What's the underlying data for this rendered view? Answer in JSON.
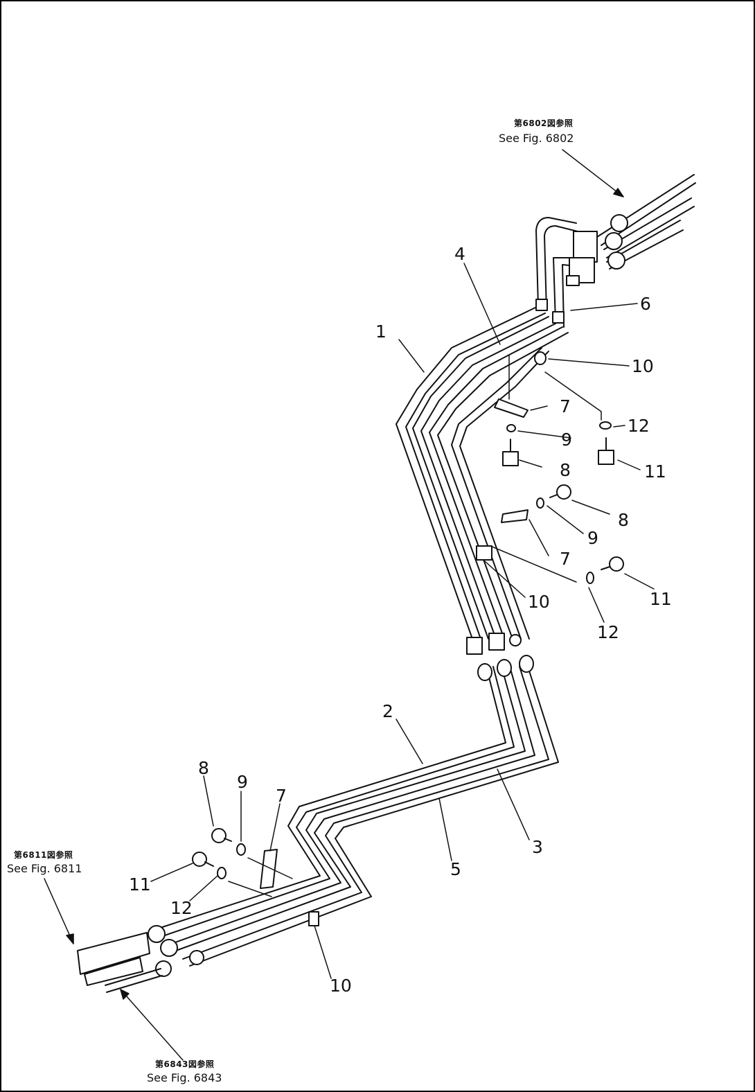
{
  "references": {
    "top_right": {
      "jp": "第6802図参照",
      "en": "See Fig. 6802"
    },
    "bottom_left": {
      "jp": "第6811図参照",
      "en": "See Fig. 6811"
    },
    "bottom_center": {
      "jp": "第6843図参照",
      "en": "See Fig. 6843"
    }
  },
  "callouts": {
    "c1": "1",
    "c2": "2",
    "c3": "3",
    "c4": "4",
    "c5_lower": "5",
    "c6": "6",
    "c7_top": "7",
    "c7_mid": "7",
    "c7_low": "7",
    "c8_top": "8",
    "c8_mid": "8",
    "c8_low": "8",
    "c9_top": "9",
    "c9_mid": "9",
    "c9_low": "9",
    "c10_top": "10",
    "c10_mid": "10",
    "c10_low": "10",
    "c11_top": "11",
    "c11_mid": "11",
    "c11_low": "11",
    "c12_top": "12",
    "c12_mid": "12",
    "c12_low": "12"
  }
}
